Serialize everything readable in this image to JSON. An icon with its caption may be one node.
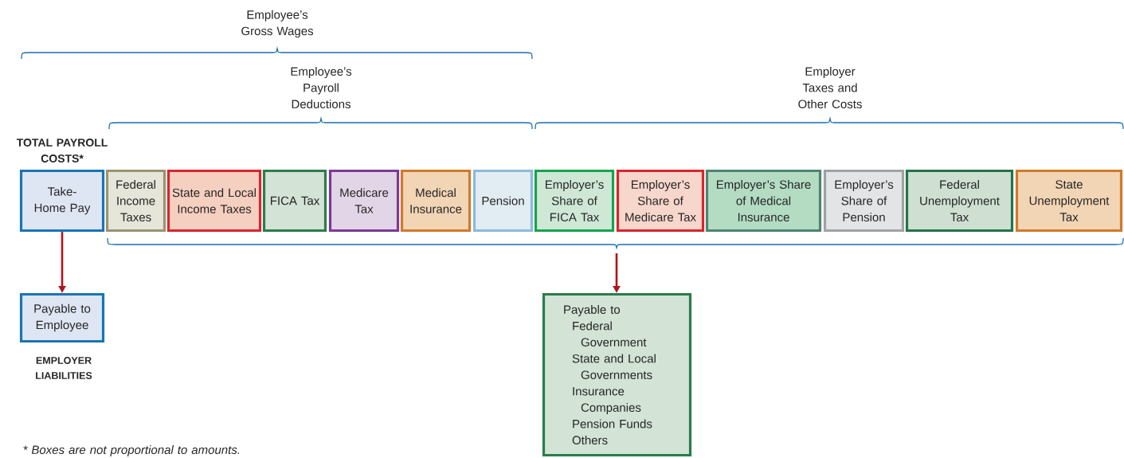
{
  "diagram": {
    "nodes": [
      {
        "text": [
          "Take-Home Pay"
        ]
      },
      {
        "text": [
          "Federal Income Taxes"
        ]
      },
      {
        "text": [
          "State and Local Income Taxes"
        ]
      },
      {
        "text": [
          "FICA Tax"
        ]
      },
      {
        "text": [
          "Medicare Tax"
        ]
      },
      {
        "text": [
          "Medical Insurance"
        ]
      },
      {
        "text": [
          "Pension"
        ]
      },
      {
        "text": [
          "Employer’s Share of FICA Tax"
        ]
      },
      {
        "text": [
          "Employer’s Share of Medicare Tax"
        ]
      },
      {
        "text": [
          "Employer’s Share of Medical Insurance"
        ]
      },
      {
        "text": [
          "Employer’s Share of Pension"
        ]
      },
      {
        "text": [
          "Federal Unemployment Tax"
        ]
      },
      {
        "text": [
          "State Unemployment Tax"
        ]
      },
      {
        "text": [
          "Payable to Employee"
        ]
      },
      {
        "text": [
          "Payable to",
          "Federal Government",
          "State and Local Governments",
          "Insurance Companies",
          "Pension Funds",
          "Others"
        ]
      }
    ],
    "edges": [
      {
        "from": 0,
        "to": 13,
        "arrow": "to"
      },
      {
        "from": null,
        "to": 14,
        "arrow": "to"
      }
    ],
    "labels": [
      "Employee’s Gross Wages",
      "Employee’s Payroll Deductions",
      "Employer Taxes and Other Costs",
      "TOTAL PAYROLL COSTS*",
      "EMPLOYER LIABILITIES",
      "* Boxes are not proportional to amounts."
    ]
  }
}
